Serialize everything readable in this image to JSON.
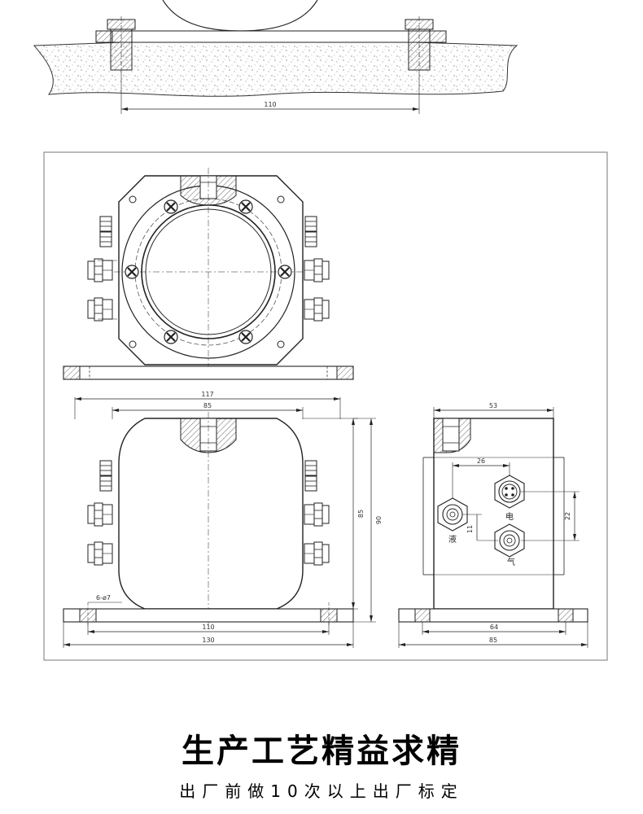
{
  "top_view": {
    "dim_base_width": "110"
  },
  "drawing": {
    "dims": {
      "width_117": "117",
      "width_85": "85",
      "height_85": "85",
      "height_90": "90",
      "holes": "6-ø7",
      "base_110": "110",
      "base_130": "130",
      "side_width_53": "53",
      "spacing_26": "26",
      "spacing_22": "22",
      "spacing_11": "11",
      "side_base_64": "64",
      "side_base_85": "85"
    },
    "port_labels": {
      "liquid": "液",
      "power": "电",
      "gas": "气"
    }
  },
  "footer": {
    "headline": "生产工艺精益求精",
    "subline": "出厂前做10次以上出厂标定"
  }
}
